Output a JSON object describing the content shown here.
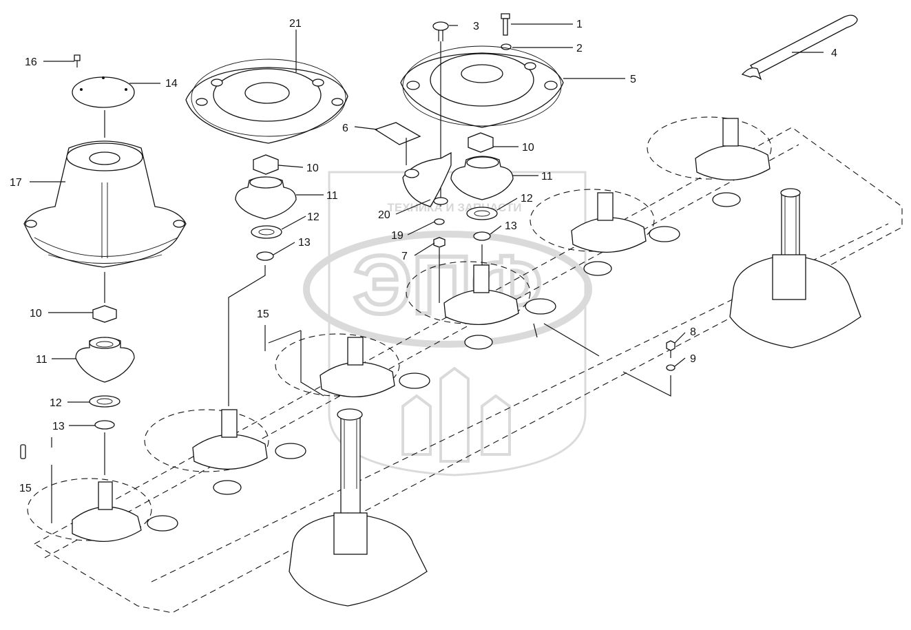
{
  "watermark": {
    "text": "ТЕХНИКА И ЗАПЧАСТИ",
    "logo_letters": "ЭПФ",
    "color": "#c8c8c8"
  },
  "callouts": [
    "1",
    "2",
    "3",
    "4",
    "5",
    "6",
    "7",
    "8",
    "9",
    "10",
    "10",
    "10",
    "11",
    "11",
    "11",
    "12",
    "12",
    "12",
    "13",
    "13",
    "13",
    "14",
    "15",
    "15",
    "16",
    "17",
    "19",
    "20",
    "21"
  ],
  "colors": {
    "ink": "#111111",
    "background": "#ffffff"
  }
}
